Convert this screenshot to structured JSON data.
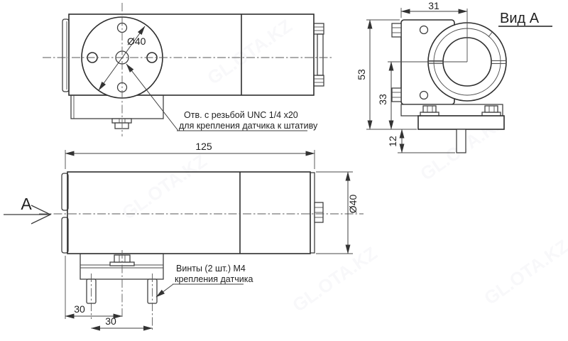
{
  "drawing": {
    "view_a_title": "Вид А",
    "section_arrow_label": "А",
    "dimensions": {
      "disc_diameter": "Ø40",
      "body_diameter": "Ø40",
      "body_length": "125",
      "bracket_width_top": "31",
      "overall_height": "53",
      "center_height": "33",
      "pin_length": "12",
      "front_to_center": "30",
      "screw_spacing": "30"
    },
    "notes": {
      "unc_note_line1": "Отв. с резьбой UNC 1/4 x20",
      "unc_note_line2": "для крепления датчика к штативу",
      "screws_note_line1": "Винты (2 шт.) М4",
      "screws_note_line2": "крепления датчика"
    },
    "watermark": "GL.OTA.KZ",
    "colors": {
      "line": "#2e2e2e",
      "background": "#ffffff"
    }
  }
}
